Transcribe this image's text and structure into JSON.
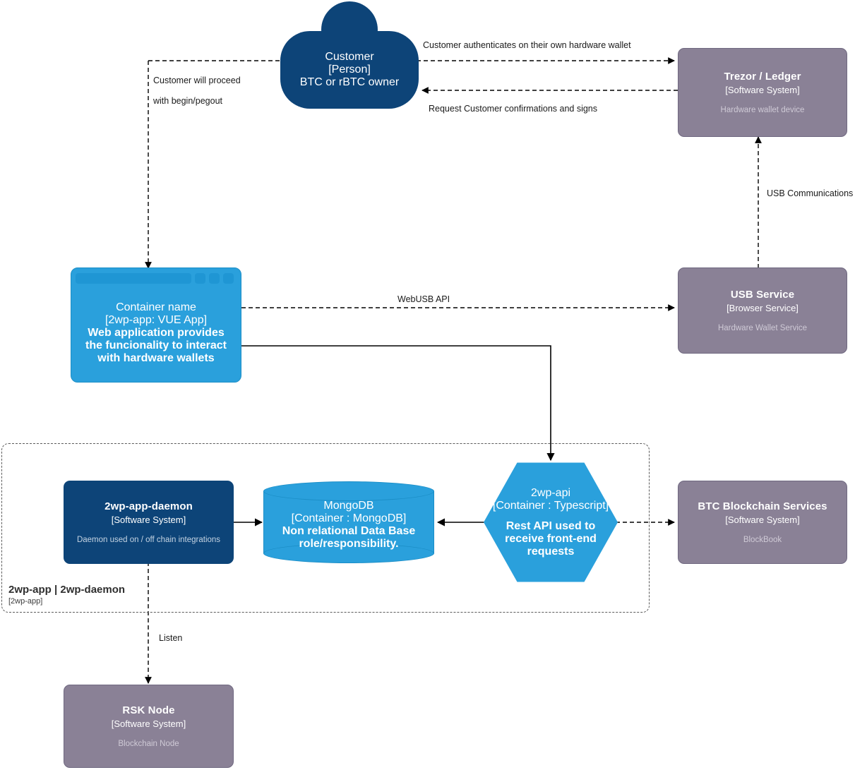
{
  "diagram": {
    "type": "c4-container-diagram",
    "colors": {
      "person_blue": "#0d4478",
      "container_blue": "#2aa0dc",
      "system_grey": "#8a8196",
      "line": "#000000",
      "boundary": "#5a5a5a",
      "background": "#ffffff"
    }
  },
  "nodes": {
    "customer": {
      "title": "Customer",
      "tech": "[Person]",
      "desc": "BTC or rBTC owner"
    },
    "trezor_ledger": {
      "title": "Trezor / Ledger",
      "tech": "[Software System]",
      "desc": "Hardware wallet device"
    },
    "container_name": {
      "title": "Container name",
      "tech": "[2wp-app: VUE App]",
      "desc": "Web application provides the funcionality to interact with hardware wallets"
    },
    "usb_service": {
      "title": "USB Service",
      "tech": "[Browser Service]",
      "desc": "Hardware Wallet Service"
    },
    "daemon": {
      "title": "2wp-app-daemon",
      "tech": "[Software System]",
      "desc": "Daemon used on / off chain integrations"
    },
    "mongodb": {
      "title": "MongoDB",
      "tech": "[Container : MongoDB]",
      "desc": "Non relational Data Base role/responsibility."
    },
    "api": {
      "title": "2wp-api",
      "tech": "[Container : Typescript]",
      "desc": "Rest API used to receive front-end requests"
    },
    "btc_services": {
      "title": "BTC Blockchain Services",
      "tech": "[Software System]",
      "desc": "BlockBook"
    },
    "rsk_node": {
      "title": "RSK Node",
      "tech": "[Software System]",
      "desc": "Blockchain Node"
    }
  },
  "boundary": {
    "title": "2wp-app | 2wp-daemon",
    "tech": "[2wp-app]"
  },
  "edges": {
    "customer_authenticates": "Customer authenticates on their own hardware wallet",
    "request_confirmations": "Request Customer confirmations and signs",
    "customer_proceed_line1": "Customer will proceed",
    "customer_proceed_line2": "with begin/pegout",
    "usb_communications": "USB Communications",
    "webusb_api": "WebUSB API",
    "listen": "Listen"
  }
}
